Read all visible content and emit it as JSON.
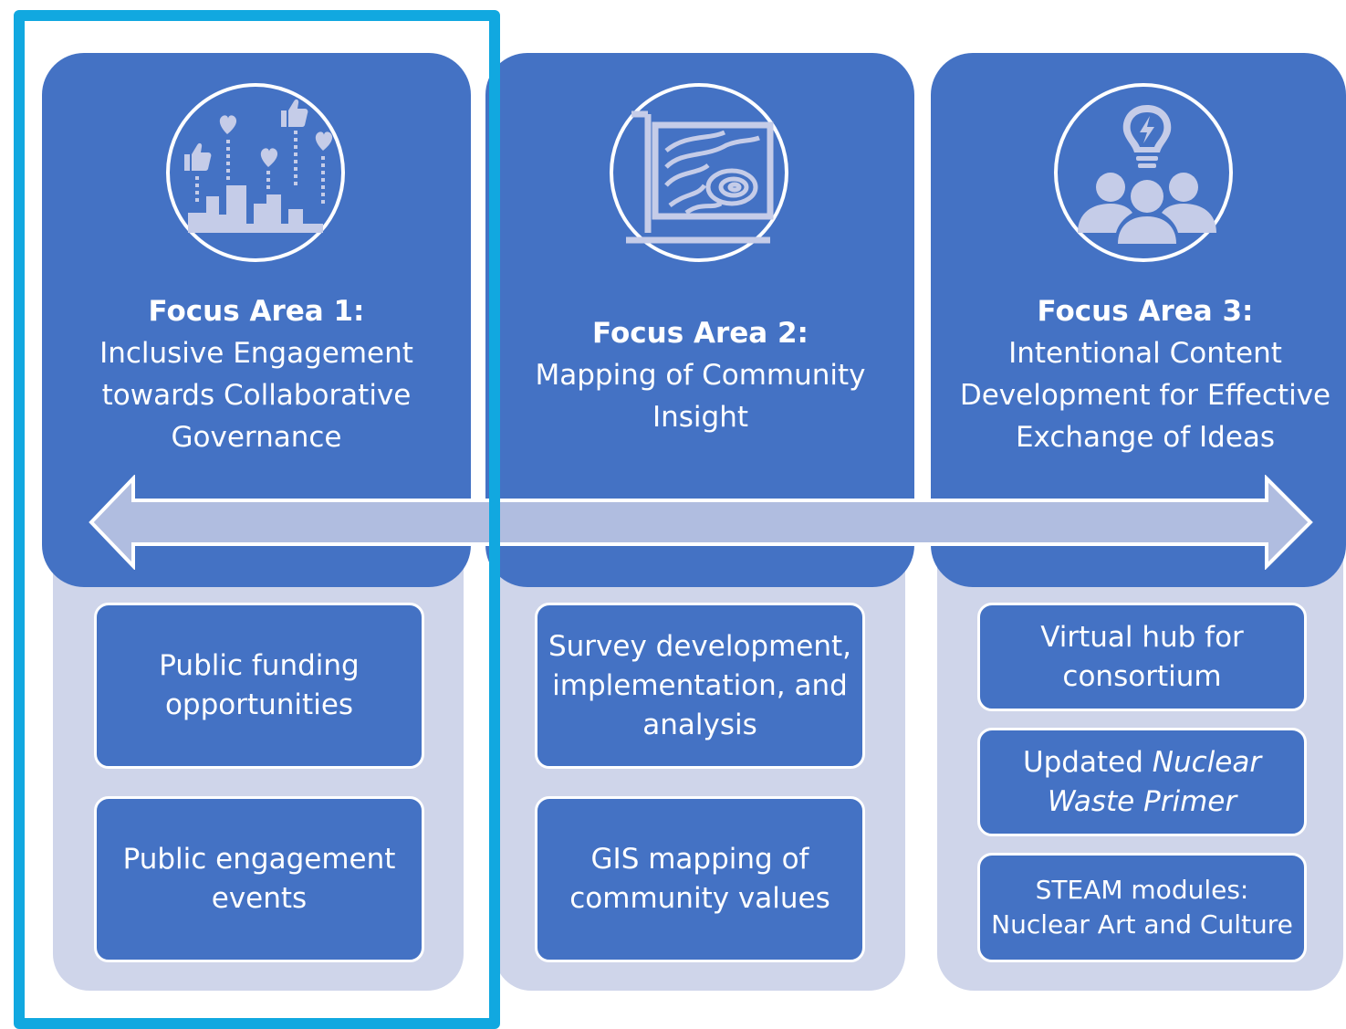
{
  "colors": {
    "card_blue": "#4472c4",
    "panel_lavender": "#cfd5ea",
    "arrow_fill": "#b0bde0",
    "highlight_border": "#11a8e0"
  },
  "focus_areas": [
    {
      "icon": "city-likes-icon",
      "title": "Focus Area 1:",
      "subtitle": "Inclusive Engagement towards Collaborative Governance",
      "items": [
        "Public funding opportunities",
        "Public engagement events"
      ]
    },
    {
      "icon": "topographic-map-icon",
      "title": "Focus Area 2:",
      "subtitle": "Mapping of Community Insight",
      "items": [
        "Survey development, implementation, and analysis",
        "GIS mapping of community values"
      ]
    },
    {
      "icon": "team-idea-icon",
      "title": "Focus Area 3:",
      "subtitle": "Intentional Content Development for Effective Exchange of Ideas",
      "items": [
        {
          "prefix": "Virtual hub for consortium",
          "emphasis": "",
          "suffix": ""
        },
        {
          "prefix": "Updated ",
          "emphasis": "Nuclear Waste Primer",
          "suffix": ""
        },
        {
          "prefix": "STEAM modules: Nuclear Art and Culture",
          "emphasis": "",
          "suffix": ""
        }
      ]
    }
  ]
}
